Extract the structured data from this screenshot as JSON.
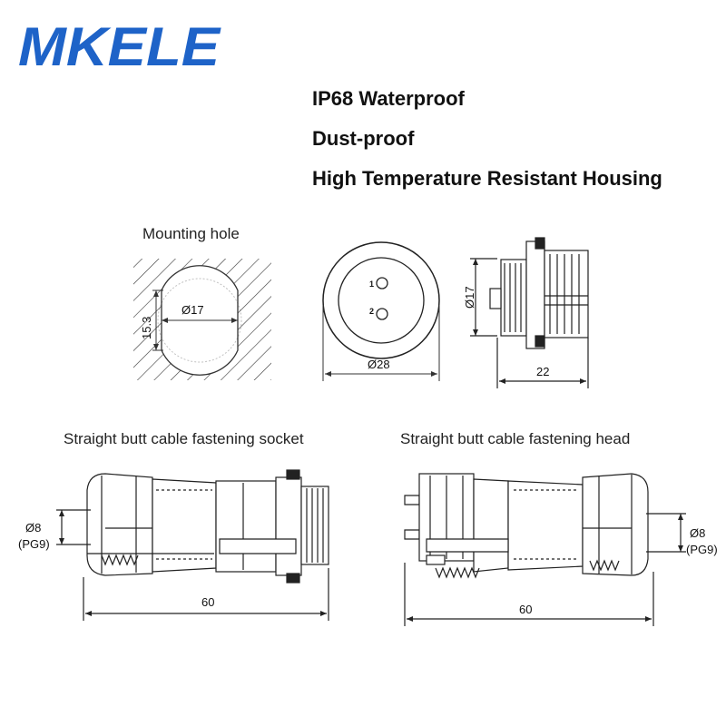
{
  "brand": {
    "logo_text": "MKELE",
    "color": "#1e63c8"
  },
  "features": [
    "IP68 Waterproof",
    "Dust-proof",
    "High Temperature Resistant Housing"
  ],
  "mounting_hole": {
    "caption": "Mounting hole",
    "diameter_label": "Ø17",
    "flat_label": "15.3"
  },
  "front_view": {
    "pin_labels": [
      "1",
      "2"
    ],
    "diameter_label": "Ø28"
  },
  "side_view": {
    "diameter_label": "Ø17",
    "length_label": "22"
  },
  "socket": {
    "caption": "Straight butt cable fastening socket",
    "cable_label": "Ø8",
    "cable_sub_label": "(PG9)",
    "length_label": "60"
  },
  "head": {
    "caption": "Straight butt cable fastening head",
    "cable_label": "Ø8",
    "cable_sub_label": "(PG9)",
    "length_label": "60"
  }
}
